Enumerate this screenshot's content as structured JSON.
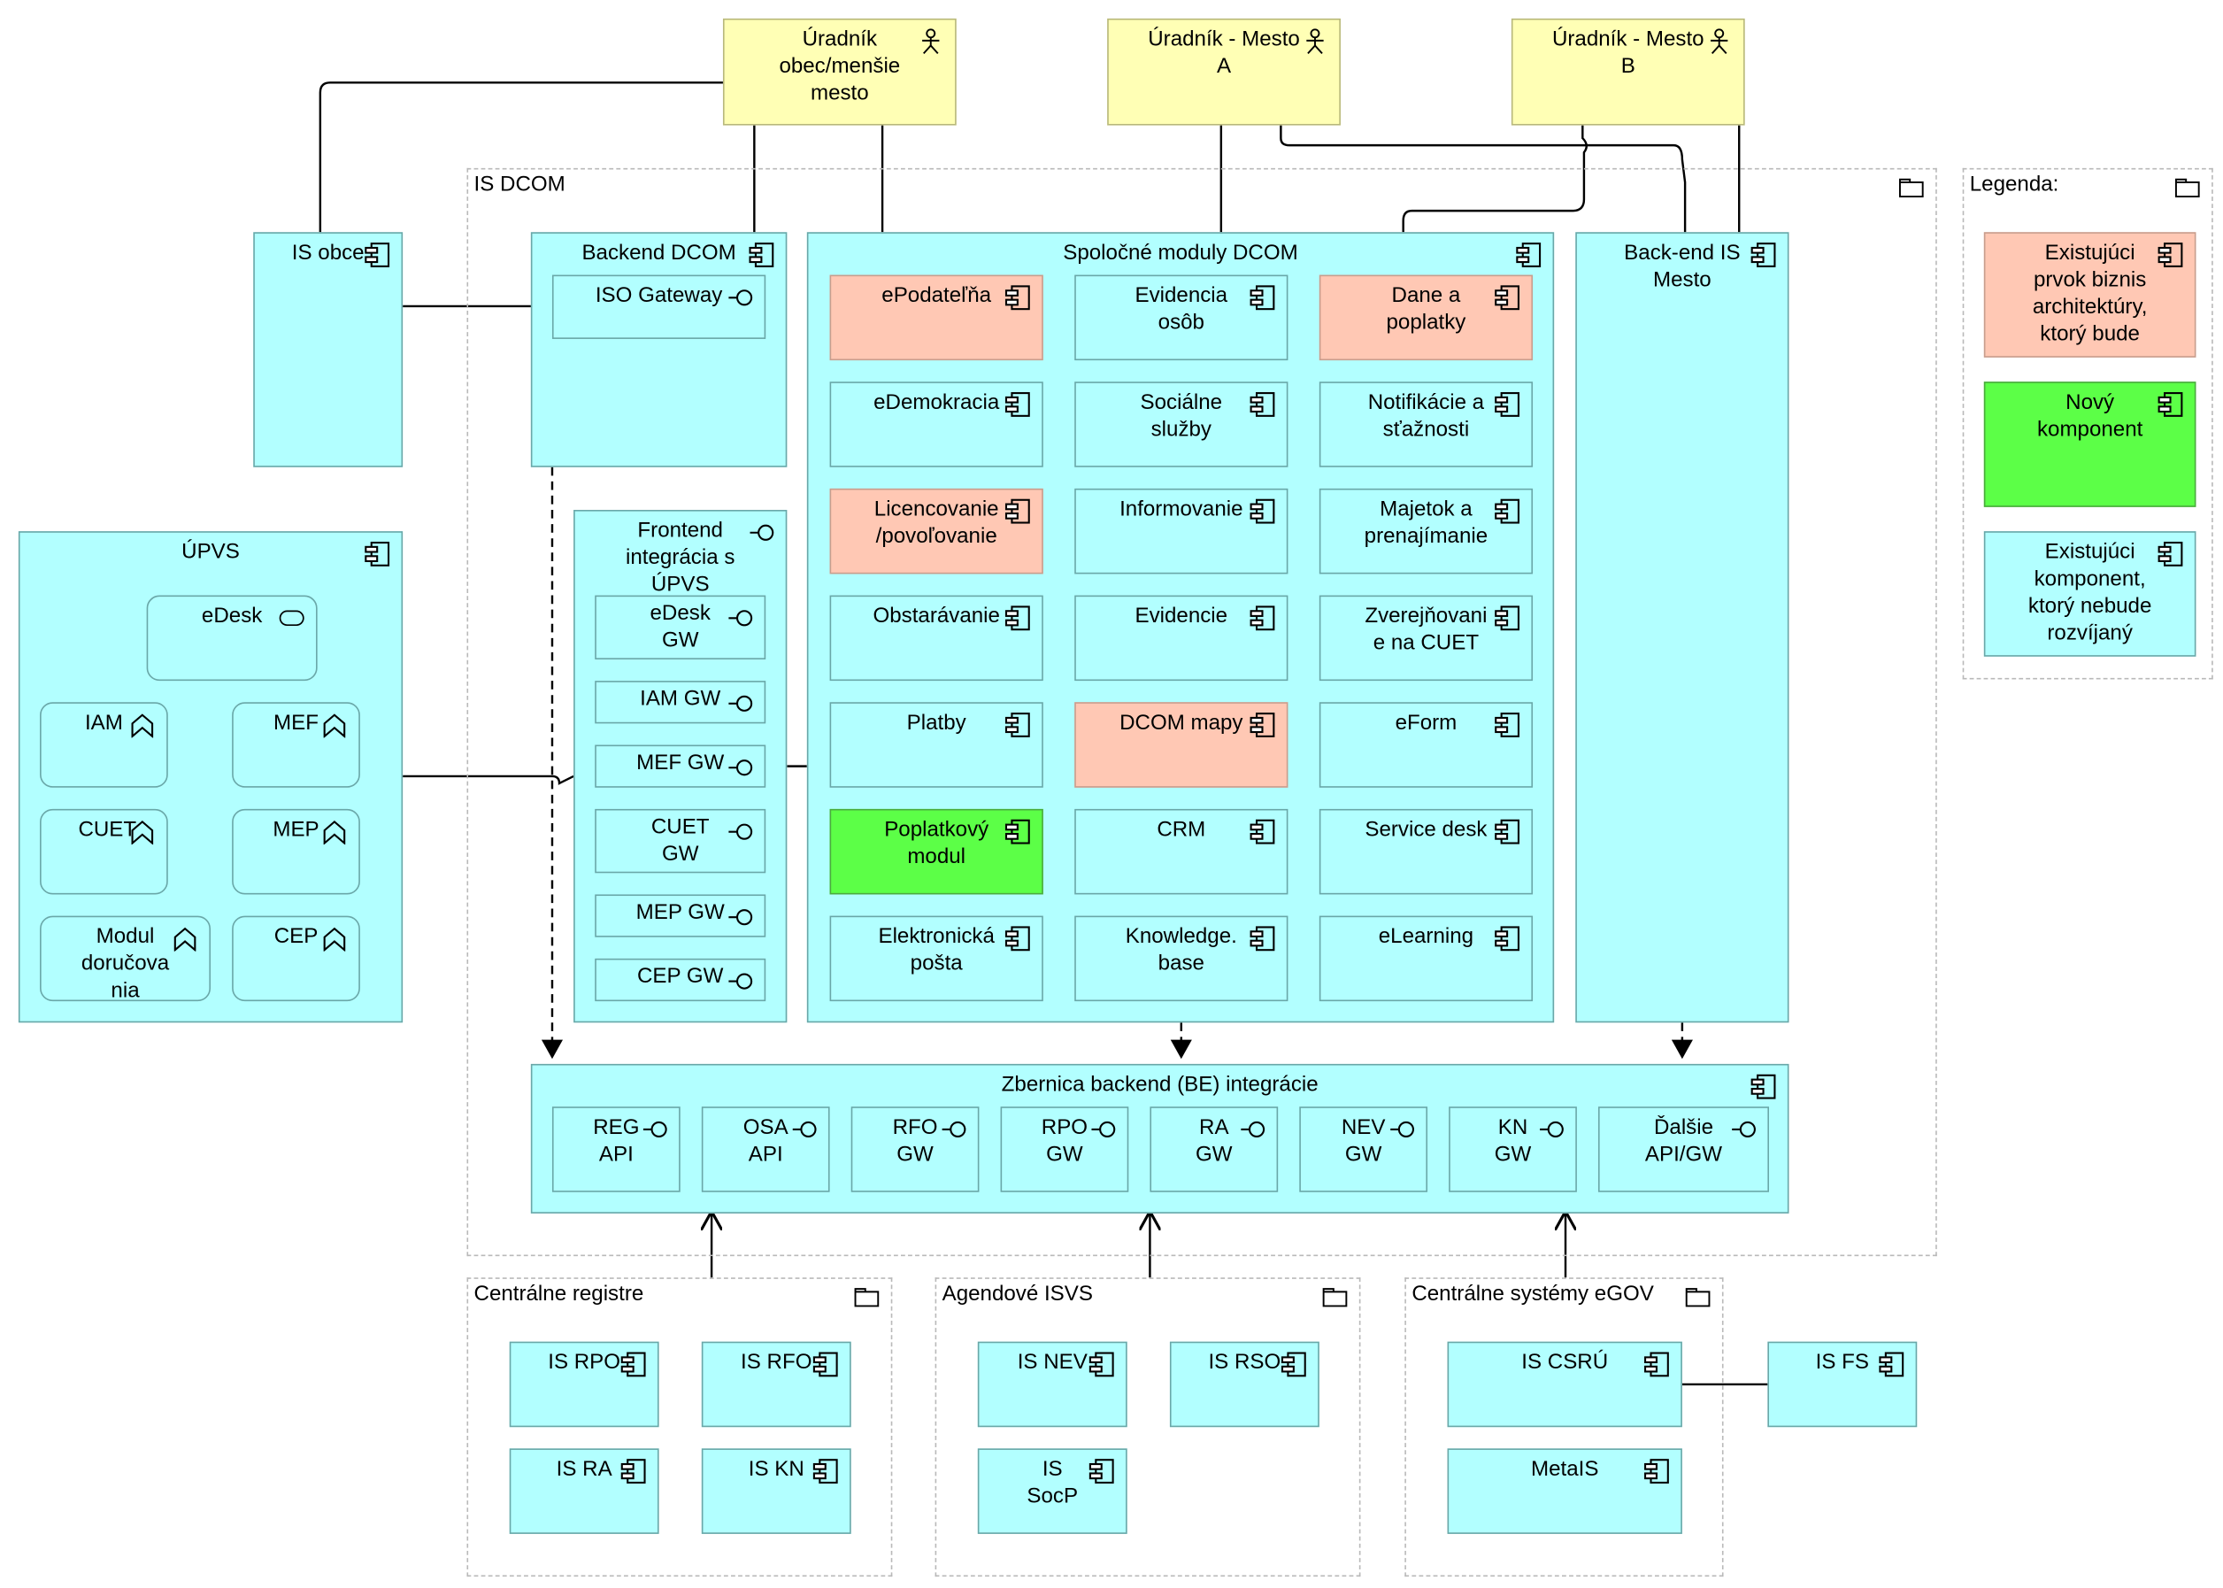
{
  "actors": [
    {
      "id": "uradnik-obec",
      "label": "Úradník\nobec/menšie\nmesto"
    },
    {
      "id": "uradnik-mesto-a",
      "label": "Úradník - Mesto\nA"
    },
    {
      "id": "uradnik-mesto-b",
      "label": "Úradník - Mesto\nB"
    }
  ],
  "groups": {
    "is_dcom": "IS DCOM",
    "legenda": "Legenda:",
    "centralne_registre": "Centrálne registre",
    "agendove_isvs": "Agendové ISVS",
    "centralne_systemy": "Centrálne systémy eGOV"
  },
  "components": {
    "is_obce": "IS obce",
    "backend_dcom": "Backend DCOM",
    "iso_gateway": "ISO Gateway",
    "spolocne_moduly": "Spoločné moduly DCOM",
    "backend_is_mesto": "Back-end IS\nMesto",
    "upvs": "ÚPVS",
    "frontend_integracia": "Frontend\nintegrácia s\nÚPVS",
    "zbernica": "Zbernica backend (BE) integrácie"
  },
  "modules": [
    {
      "label": "ePodateľňa",
      "kind": "red"
    },
    {
      "label": "Evidencia\nosôb",
      "kind": "cyan"
    },
    {
      "label": "Dane a\npoplatky",
      "kind": "red"
    },
    {
      "label": "eDemokracia",
      "kind": "cyan"
    },
    {
      "label": "Sociálne\nslužby",
      "kind": "cyan"
    },
    {
      "label": "Notifikácie a\nsťažnosti",
      "kind": "cyan"
    },
    {
      "label": "Licencovanie\n/povoľovanie",
      "kind": "red"
    },
    {
      "label": "Informovanie",
      "kind": "cyan"
    },
    {
      "label": "Majetok a\nprenajímanie",
      "kind": "cyan"
    },
    {
      "label": "Obstarávanie",
      "kind": "cyan"
    },
    {
      "label": "Evidencie",
      "kind": "cyan"
    },
    {
      "label": "Zverejňovani\ne na CUET",
      "kind": "cyan"
    },
    {
      "label": "Platby",
      "kind": "cyan"
    },
    {
      "label": "DCOM mapy",
      "kind": "red"
    },
    {
      "label": "eForm",
      "kind": "cyan"
    },
    {
      "label": "Poplatkový\nmodul",
      "kind": "green"
    },
    {
      "label": "CRM",
      "kind": "cyan"
    },
    {
      "label": "Service desk",
      "kind": "cyan"
    },
    {
      "label": "Elektronická\npošta",
      "kind": "cyan"
    },
    {
      "label": "Knowledge.\nbase",
      "kind": "cyan"
    },
    {
      "label": "eLearning",
      "kind": "cyan"
    }
  ],
  "upvs_services": [
    {
      "label": "eDesk",
      "icon": "service-icon"
    },
    {
      "label": "IAM",
      "icon": "function-icon"
    },
    {
      "label": "MEF",
      "icon": "function-icon"
    },
    {
      "label": "CUET",
      "icon": "function-icon"
    },
    {
      "label": "MEP",
      "icon": "function-icon"
    },
    {
      "label": "Modul\ndoručova\nnia",
      "icon": "function-icon"
    },
    {
      "label": "CEP",
      "icon": "function-icon"
    }
  ],
  "frontend_gateways": [
    "eDesk\nGW",
    "IAM GW",
    "MEF GW",
    "CUET\nGW",
    "MEP GW",
    "CEP GW"
  ],
  "bus_interfaces": [
    "REG\nAPI",
    "OSA\nAPI",
    "RFO\nGW",
    "RPO\nGW",
    "RA\nGW",
    "NEV\nGW",
    "KN\nGW",
    "Ďalšie\nAPI/GW"
  ],
  "registers": [
    "IS RPO",
    "IS RFO",
    "IS RA",
    "IS KN"
  ],
  "agendove": [
    "IS NEV",
    "IS RSO",
    "IS SocP"
  ],
  "egov": [
    "IS CSRÚ",
    "IS FS",
    "MetaIS"
  ],
  "legend": [
    {
      "label": "Existujúci\nprvok biznis\narchitektúry,\nktorý bude",
      "kind": "red"
    },
    {
      "label": "Nový\nkomponent",
      "kind": "green"
    },
    {
      "label": "Existujúci\nkomponent,\nktorý nebude\nrozvíjaný",
      "kind": "cyan"
    }
  ],
  "colors": {
    "cyan": "#b2ffff",
    "red": "#ffc8b4",
    "green": "#5cff47",
    "yellow": "#ffffb5"
  }
}
